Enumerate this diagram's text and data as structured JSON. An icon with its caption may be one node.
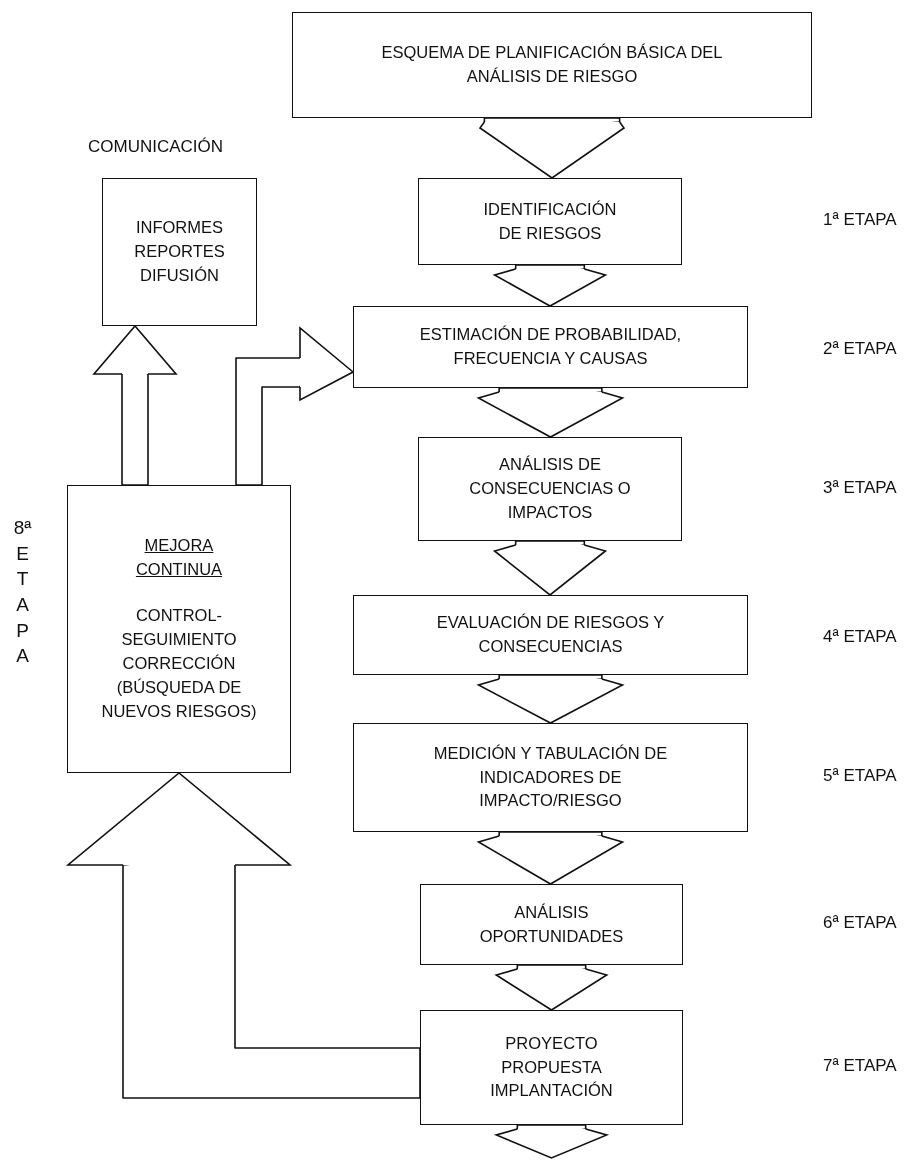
{
  "diagram": {
    "nodes": [
      {
        "text": [
          "ESQUEMA DE PLANIFICACIÓN BÁSICA DEL ANÁLISIS DE RIESGO"
        ]
      },
      {
        "text": [
          "IDENTIFICACIÓN DE RIESGOS"
        ]
      },
      {
        "text": [
          "ESTIMACIÓN DE PROBABILIDAD, FRECUENCIA Y CAUSAS"
        ]
      },
      {
        "text": [
          "ANÁLISIS DE CONSECUENCIAS O IMPACTOS"
        ]
      },
      {
        "text": [
          "EVALUACIÓN DE RIESGOS Y CONSECUENCIAS"
        ]
      },
      {
        "text": [
          "MEDICIÓN Y TABULACIÓN DE INDICADORES DE IMPACTO/RIESGO"
        ]
      },
      {
        "text": [
          "ANÁLISIS OPORTUNIDADES"
        ]
      },
      {
        "text": [
          "PROYECTO PROPUESTA IMPLANTACIÓN"
        ]
      },
      {
        "text": [
          "COMUNICACIÓN",
          "INFORMES REPORTES DIFUSIÓN"
        ]
      },
      {
        "text": [
          "MEJORA CONTINUA",
          "CONTROL- SEGUIMIENTO CORRECCIÓN (BÚSQUEDA DE NUEVOS RIESGOS)"
        ],
        "beside": [
          "8ª ETAPA"
        ]
      }
    ],
    "edges": [
      {
        "from": 0,
        "to": 1,
        "arrow": "to"
      },
      {
        "from": 1,
        "to": 2,
        "arrow": "to"
      },
      {
        "from": 2,
        "to": 3,
        "arrow": "to"
      },
      {
        "from": 3,
        "to": 4,
        "arrow": "to"
      },
      {
        "from": 4,
        "to": 5,
        "arrow": "to"
      },
      {
        "from": 5,
        "to": 6,
        "arrow": "to"
      },
      {
        "from": 6,
        "to": 7,
        "arrow": "to"
      },
      {
        "from": 7,
        "to": null,
        "arrow": "to"
      },
      {
        "from": 7,
        "to": 9,
        "arrow": "to"
      },
      {
        "from": 9,
        "to": 8,
        "arrow": "to"
      },
      {
        "from": 9,
        "to": 2,
        "arrow": "to"
      }
    ],
    "labels": [
      "1ª ETAPA",
      "2ª ETAPA",
      "3ª ETAPA",
      "4ª ETAPA",
      "5ª ETAPA",
      "6ª ETAPA",
      "7ª ETAPA"
    ]
  }
}
